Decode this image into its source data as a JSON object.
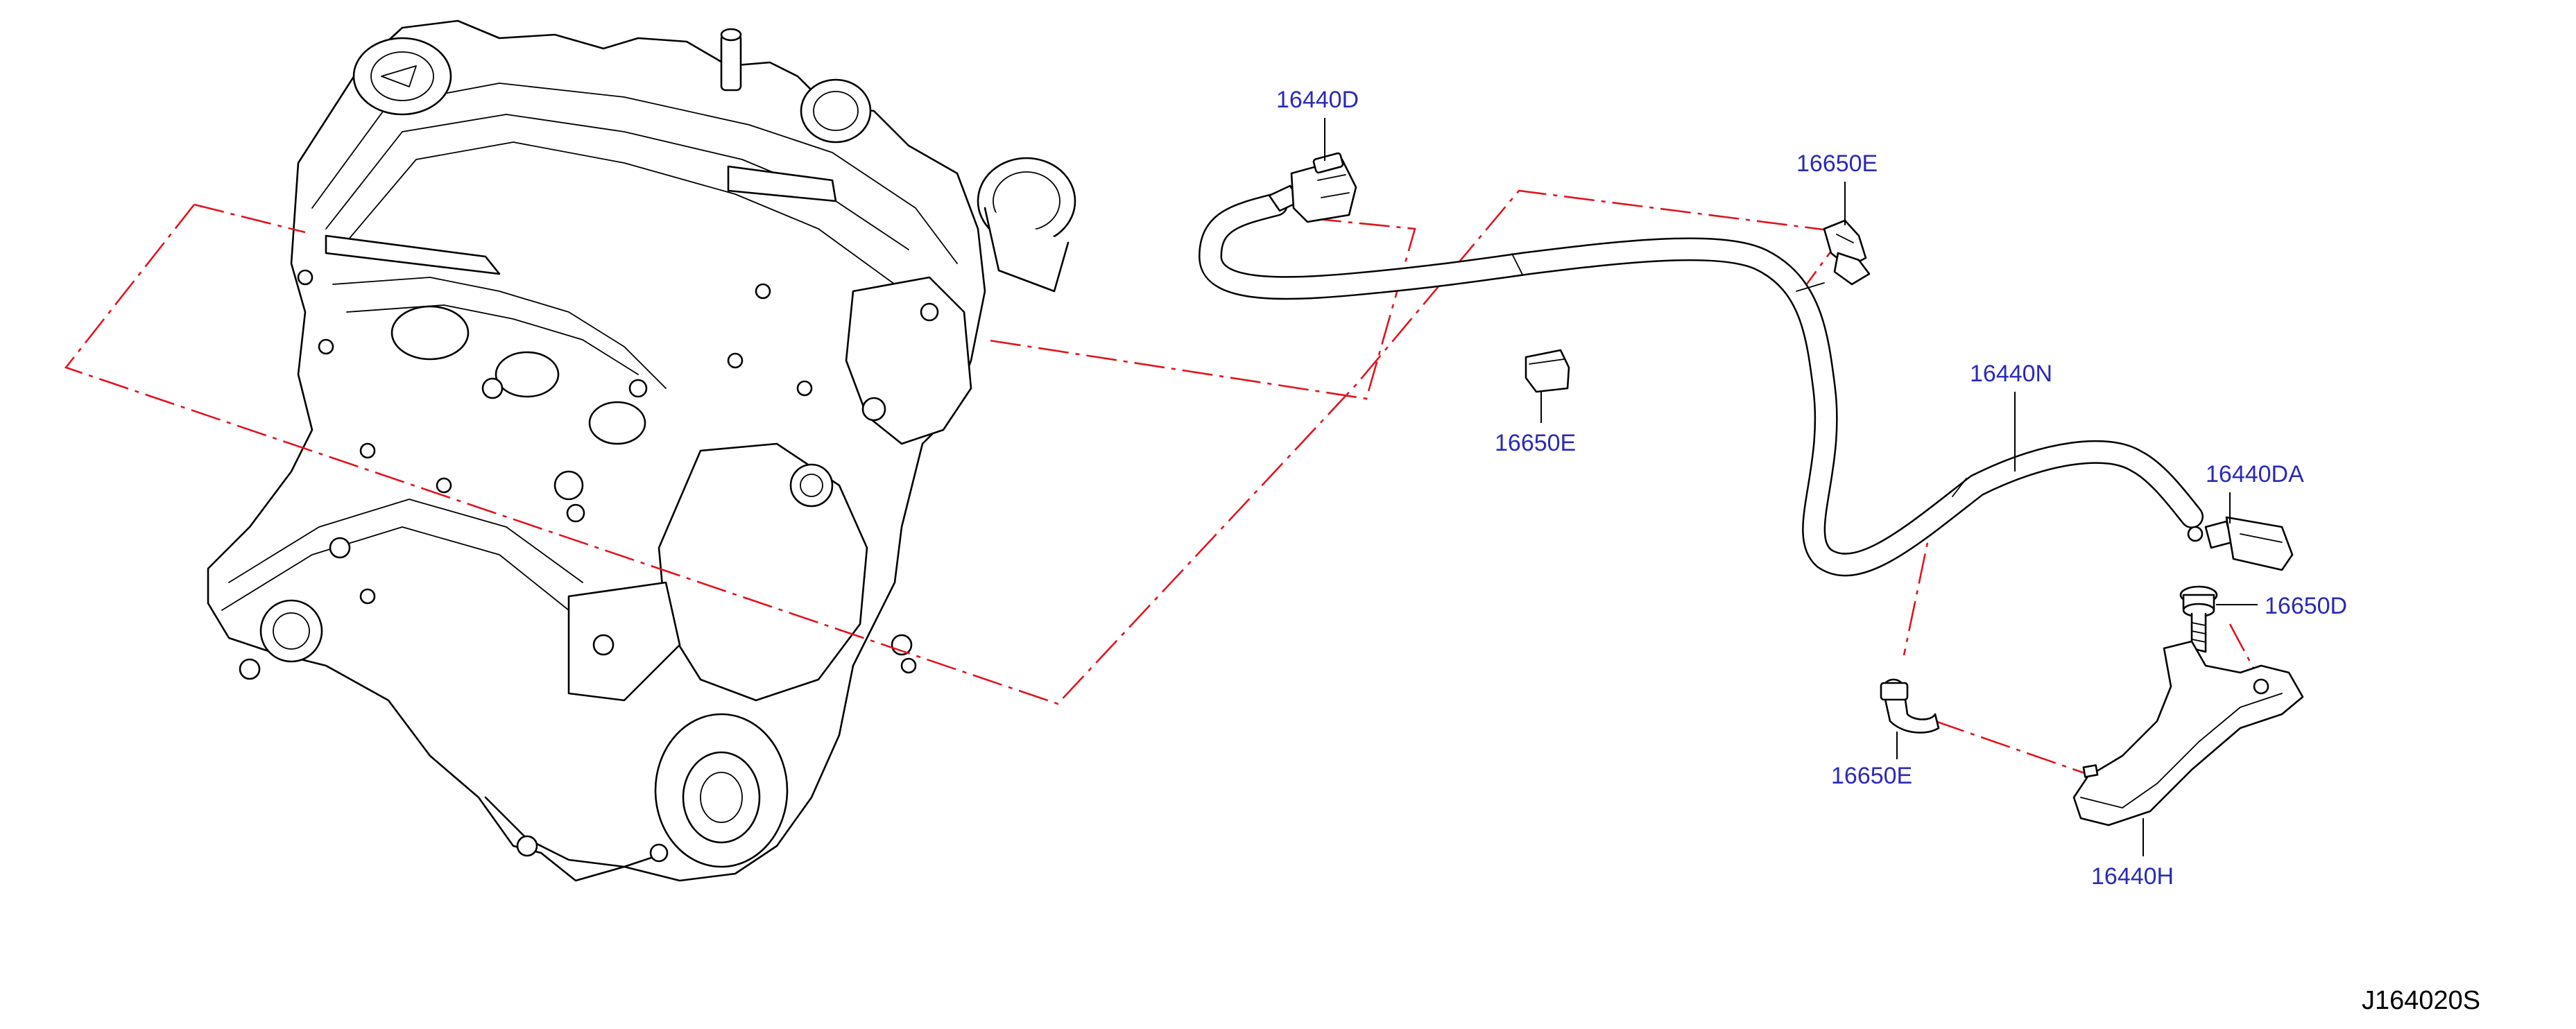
{
  "labels": {
    "d16440d": "16440D",
    "e16650_top": "16650E",
    "e16650_mid": "16650E",
    "n16440n": "16440N",
    "da16440da": "16440DA",
    "d16650d": "16650D",
    "e16650_low": "16650E",
    "h16440h": "16440H"
  },
  "drawing_id": "J164020S",
  "colors": {
    "label_blue": "#2a2ab8",
    "phantom_red": "#e0141e",
    "line_black": "#000000"
  }
}
